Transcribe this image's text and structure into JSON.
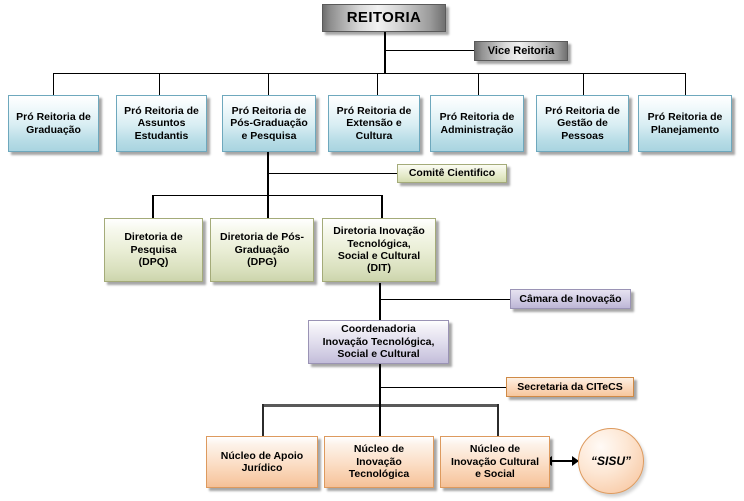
{
  "diagram": {
    "type": "organizational-chart",
    "title_node": "REITORIA",
    "language": "pt-BR",
    "palette": {
      "silver": "#c8c8c8",
      "blue": "#c5e3ea",
      "green": "#e2e8c5",
      "purple": "#d5d0e6",
      "peach": "#fbdcc2",
      "line": "#000000",
      "thick_bus": "#595959"
    }
  },
  "nodes": {
    "reitoria": {
      "label": "REITORIA"
    },
    "vice_reitoria": {
      "label": "Vice Reitoria"
    },
    "pro_reitorias": [
      {
        "label": "Pró Reitoria de\nGraduação",
        "lines": [
          "Pró Reitoria de",
          "Graduação"
        ]
      },
      {
        "label": "Pró Reitoria de\nAssuntos\nEstudantis",
        "lines": [
          "Pró Reitoria de",
          "Assuntos",
          "Estudantis"
        ]
      },
      {
        "label": "Pró Reitoria de\nPós-Graduação\ne Pesquisa",
        "lines": [
          "Pró Reitoria de",
          "Pós-Graduação",
          "e Pesquisa"
        ]
      },
      {
        "label": "Pró Reitoria de\nExtensão e\nCultura",
        "lines": [
          "Pró Reitoria de",
          "Extensão e",
          "Cultura"
        ]
      },
      {
        "label": "Pró Reitoria de\nAdministração",
        "lines": [
          "Pró Reitoria de",
          "Administração"
        ]
      },
      {
        "label": "Pró Reitoria de\nGestão de\nPessoas",
        "lines": [
          "Pró Reitoria de",
          "Gestão de",
          "Pessoas"
        ]
      },
      {
        "label": "Pró Reitoria de\nPlanejamento",
        "lines": [
          "Pró Reitoria de",
          "Planejamento"
        ]
      }
    ],
    "comite_cientifico": {
      "label": "Comitê Cientifico"
    },
    "diretorias": [
      {
        "lines": [
          "Diretoria de",
          "Pesquisa",
          "(DPQ)"
        ]
      },
      {
        "lines": [
          "Diretoria de Pós-",
          "Graduação",
          "(DPG)"
        ]
      },
      {
        "lines": [
          "Diretoria Inovação",
          "Tecnológica,",
          "Social e Cultural",
          "(DIT)"
        ]
      }
    ],
    "camara_inovacao": {
      "label": "Câmara de Inovação"
    },
    "coordenadoria": {
      "lines": [
        "Coordenadoria",
        "Inovação Tecnológica,",
        "Social e Cultural"
      ]
    },
    "secretaria": {
      "label": "Secretaria da CITeCS"
    },
    "nucleos": [
      {
        "lines": [
          "Núcleo de Apoio",
          "Jurídico"
        ]
      },
      {
        "lines": [
          "Núcleo de",
          "Inovação",
          "Tecnológica"
        ]
      },
      {
        "lines": [
          "Núcleo de",
          "Inovação Cultural",
          "e Social"
        ]
      }
    ],
    "sisu": {
      "label": "“SISU”"
    }
  }
}
